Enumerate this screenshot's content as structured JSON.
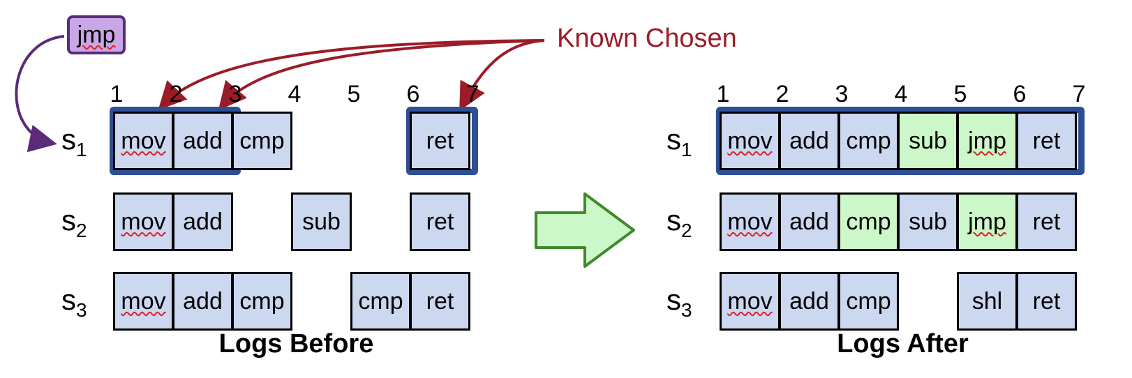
{
  "jmp_badge": {
    "label": "jmp"
  },
  "annotation": {
    "label": "Known Chosen",
    "color": "#9b1c28"
  },
  "colors": {
    "cell_blue": "#ccd8f0",
    "cell_green": "#ccf7c8",
    "highlight": "#2d4f95",
    "arrow_green_fill": "#ccf7c8",
    "arrow_green_stroke": "#3f8a2a",
    "jmp_arrow": "#5b2b7a"
  },
  "before": {
    "title": "Logs Before",
    "columns": [
      "1",
      "2",
      "3",
      "4",
      "5",
      "6",
      "7"
    ],
    "rows": [
      {
        "label": "s",
        "sub": "1",
        "cells": [
          {
            "pos": 1,
            "text": "mov"
          },
          {
            "pos": 2,
            "text": "add"
          },
          {
            "pos": 3,
            "text": "cmp"
          },
          {
            "pos": 6,
            "text": "ret"
          }
        ]
      },
      {
        "label": "s",
        "sub": "2",
        "cells": [
          {
            "pos": 1,
            "text": "mov"
          },
          {
            "pos": 2,
            "text": "add"
          },
          {
            "pos": 4,
            "text": "sub"
          },
          {
            "pos": 6,
            "text": "ret"
          }
        ]
      },
      {
        "label": "s",
        "sub": "3",
        "cells": [
          {
            "pos": 1,
            "text": "mov"
          },
          {
            "pos": 2,
            "text": "add"
          },
          {
            "pos": 3,
            "text": "cmp"
          },
          {
            "pos": 5,
            "text": "cmp"
          },
          {
            "pos": 6,
            "text": "ret"
          }
        ]
      }
    ]
  },
  "after": {
    "title": "Logs After",
    "columns": [
      "1",
      "2",
      "3",
      "4",
      "5",
      "6",
      "7"
    ],
    "rows": [
      {
        "label": "s",
        "sub": "1",
        "cells": [
          {
            "pos": 1,
            "text": "mov"
          },
          {
            "pos": 2,
            "text": "add"
          },
          {
            "pos": 3,
            "text": "cmp"
          },
          {
            "pos": 4,
            "text": "sub",
            "green": true
          },
          {
            "pos": 5,
            "text": "jmp",
            "green": true
          },
          {
            "pos": 6,
            "text": "ret"
          }
        ]
      },
      {
        "label": "s",
        "sub": "2",
        "cells": [
          {
            "pos": 1,
            "text": "mov"
          },
          {
            "pos": 2,
            "text": "add"
          },
          {
            "pos": 3,
            "text": "cmp",
            "green": true
          },
          {
            "pos": 4,
            "text": "sub"
          },
          {
            "pos": 5,
            "text": "jmp",
            "green": true
          },
          {
            "pos": 6,
            "text": "ret"
          }
        ]
      },
      {
        "label": "s",
        "sub": "3",
        "cells": [
          {
            "pos": 1,
            "text": "mov"
          },
          {
            "pos": 2,
            "text": "add"
          },
          {
            "pos": 3,
            "text": "cmp"
          },
          {
            "pos": 5,
            "text": "shl"
          },
          {
            "pos": 6,
            "text": "ret"
          }
        ]
      }
    ]
  }
}
